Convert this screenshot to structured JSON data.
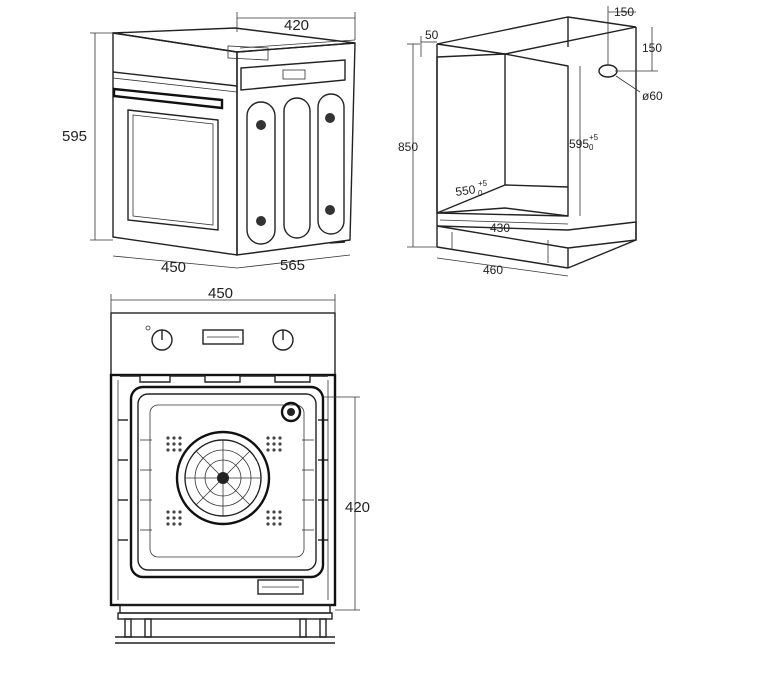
{
  "diagram": {
    "side_view": {
      "height": "595",
      "depth_top": "420",
      "width": "450",
      "depth_bottom": "565"
    },
    "cabinet": {
      "top_offset": "50",
      "height": "850",
      "cutout_height_base": "595",
      "cutout_height_tol": "+5",
      "cutout_height_tol_low": "0",
      "cutout_depth_base": "550",
      "cutout_depth_tol": "+5",
      "cutout_depth_tol_low": "0",
      "inner_width": "430",
      "outer_width": "460",
      "hole_x": "150",
      "hole_y": "150",
      "hole_diameter": "ø60"
    },
    "front_view": {
      "width": "450",
      "door_height": "420"
    }
  }
}
